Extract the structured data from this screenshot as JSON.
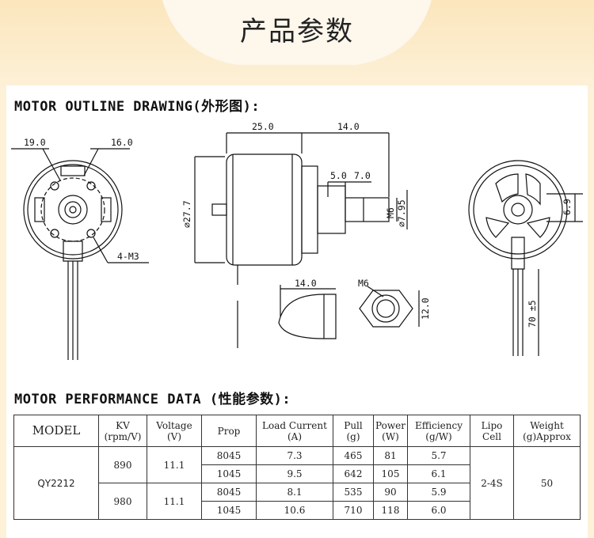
{
  "page": {
    "title": "产品参数"
  },
  "outline": {
    "heading": "MOTOR OUTLINE DRAWING(外形图):",
    "dims": {
      "d19": "19.0",
      "d16": "16.0",
      "m3": "4-M3",
      "len25": "25.0",
      "len14": "14.0",
      "len5": "5.0",
      "len7": "7.0",
      "dia27": "⌀27.7",
      "m6": "M6",
      "dia795": "⌀7.95",
      "nut14": "14.0",
      "nutm6": "M6",
      "nut12": "12.0",
      "d69": "6.9",
      "lead70": "70 ±5"
    }
  },
  "performance": {
    "heading": "MOTOR PERFORMANCE DATA (性能参数):",
    "headers": [
      {
        "line1": "MODEL",
        "line2": ""
      },
      {
        "line1": "KV",
        "line2": "(rpm/V)"
      },
      {
        "line1": "Voltage",
        "line2": "(V)"
      },
      {
        "line1": "Prop",
        "line2": ""
      },
      {
        "line1": "Load Current",
        "line2": "(A)"
      },
      {
        "line1": "Pull",
        "line2": "(g)"
      },
      {
        "line1": "Power",
        "line2": "(W)"
      },
      {
        "line1": "Efficiency",
        "line2": "(g/W)"
      },
      {
        "line1": "Lipo",
        "line2": "Cell"
      },
      {
        "line1": "Weight",
        "line2": "(g)Approx"
      }
    ],
    "model": "QY2212",
    "lipo": "2-4S",
    "weight": "50",
    "groups": [
      {
        "kv": "890",
        "voltage": "11.1",
        "rows": [
          {
            "prop": "8045",
            "current": "7.3",
            "pull": "465",
            "power": "81",
            "eff": "5.7"
          },
          {
            "prop": "1045",
            "current": "9.5",
            "pull": "642",
            "power": "105",
            "eff": "6.1"
          }
        ]
      },
      {
        "kv": "980",
        "voltage": "11.1",
        "rows": [
          {
            "prop": "8045",
            "current": "8.1",
            "pull": "535",
            "power": "90",
            "eff": "5.9"
          },
          {
            "prop": "1045",
            "current": "10.6",
            "pull": "710",
            "power": "118",
            "eff": "6.0"
          }
        ]
      }
    ]
  }
}
